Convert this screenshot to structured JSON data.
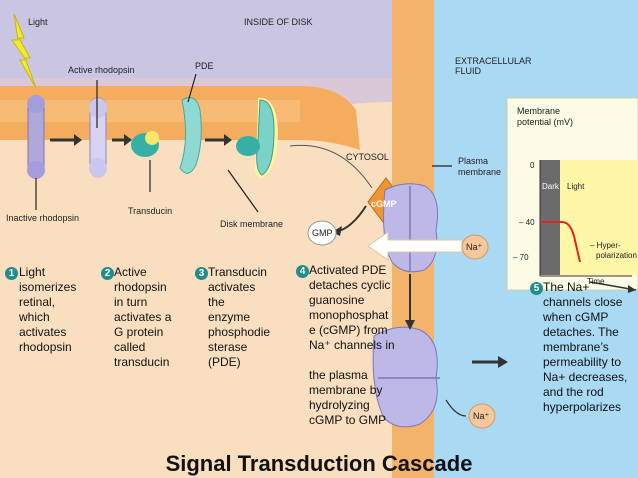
{
  "labels": {
    "light": "Light",
    "inside_disk": "INSIDE OF DISK",
    "extracellular_fluid_1": "EXTRACELLULAR",
    "extracellular_fluid_2": "FLUID",
    "active_rhodopsin": "Active rhodopsin",
    "pde": "PDE",
    "cytosol": "CYTOSOL",
    "plasma_membrane_1": "Plasma",
    "plasma_membrane_2": "membrane",
    "transducin": "Transducin",
    "disk_membrane": "Disk membrane",
    "inactive_rhodopsin": "Inactive rhodopsin",
    "cgmp": "cGMP",
    "gmp": "GMP",
    "na_plus_1": "Na⁺",
    "na_plus_2": "Na⁺"
  },
  "graph": {
    "title_1": "Membrane",
    "title_2": "potential (mV)",
    "y_ticks": [
      "0",
      "– 40",
      "– 70"
    ],
    "dark": "Dark",
    "light": "Light",
    "hyper_1": "– Hyper-",
    "hyper_2": "polarization",
    "x_label": "Time"
  },
  "steps": [
    {
      "num": "1",
      "lines": [
        "Light",
        "isomerizes",
        "retinal,",
        "which",
        "activates",
        "rhodopsin"
      ]
    },
    {
      "num": "2",
      "lines": [
        "Active",
        "rhodopsin",
        "in turn",
        "activates a",
        "G protein",
        "called",
        "transducin"
      ]
    },
    {
      "num": "3",
      "lines": [
        "Transducin",
        "activates",
        "the",
        "enzyme",
        "phosphodie",
        "sterase",
        "(PDE)"
      ]
    },
    {
      "num": "4",
      "lines": [
        "Activated PDE",
        "detaches cyclic",
        "guanosine",
        "monophosphat",
        "e (cGMP) from",
        "Na⁺ channels in",
        "",
        "the plasma",
        "membrane by",
        "hydrolyzing",
        "cGMP to GMP"
      ]
    },
    {
      "num": "5",
      "lines": [
        "The Na+",
        "channels close",
        "when cGMP",
        "detaches. The",
        "membrane’s",
        "permeability to",
        "Na+ decreases,",
        "and the rod",
        "hyperpolarizes"
      ]
    }
  ],
  "title": "Signal Transduction Cascade"
}
